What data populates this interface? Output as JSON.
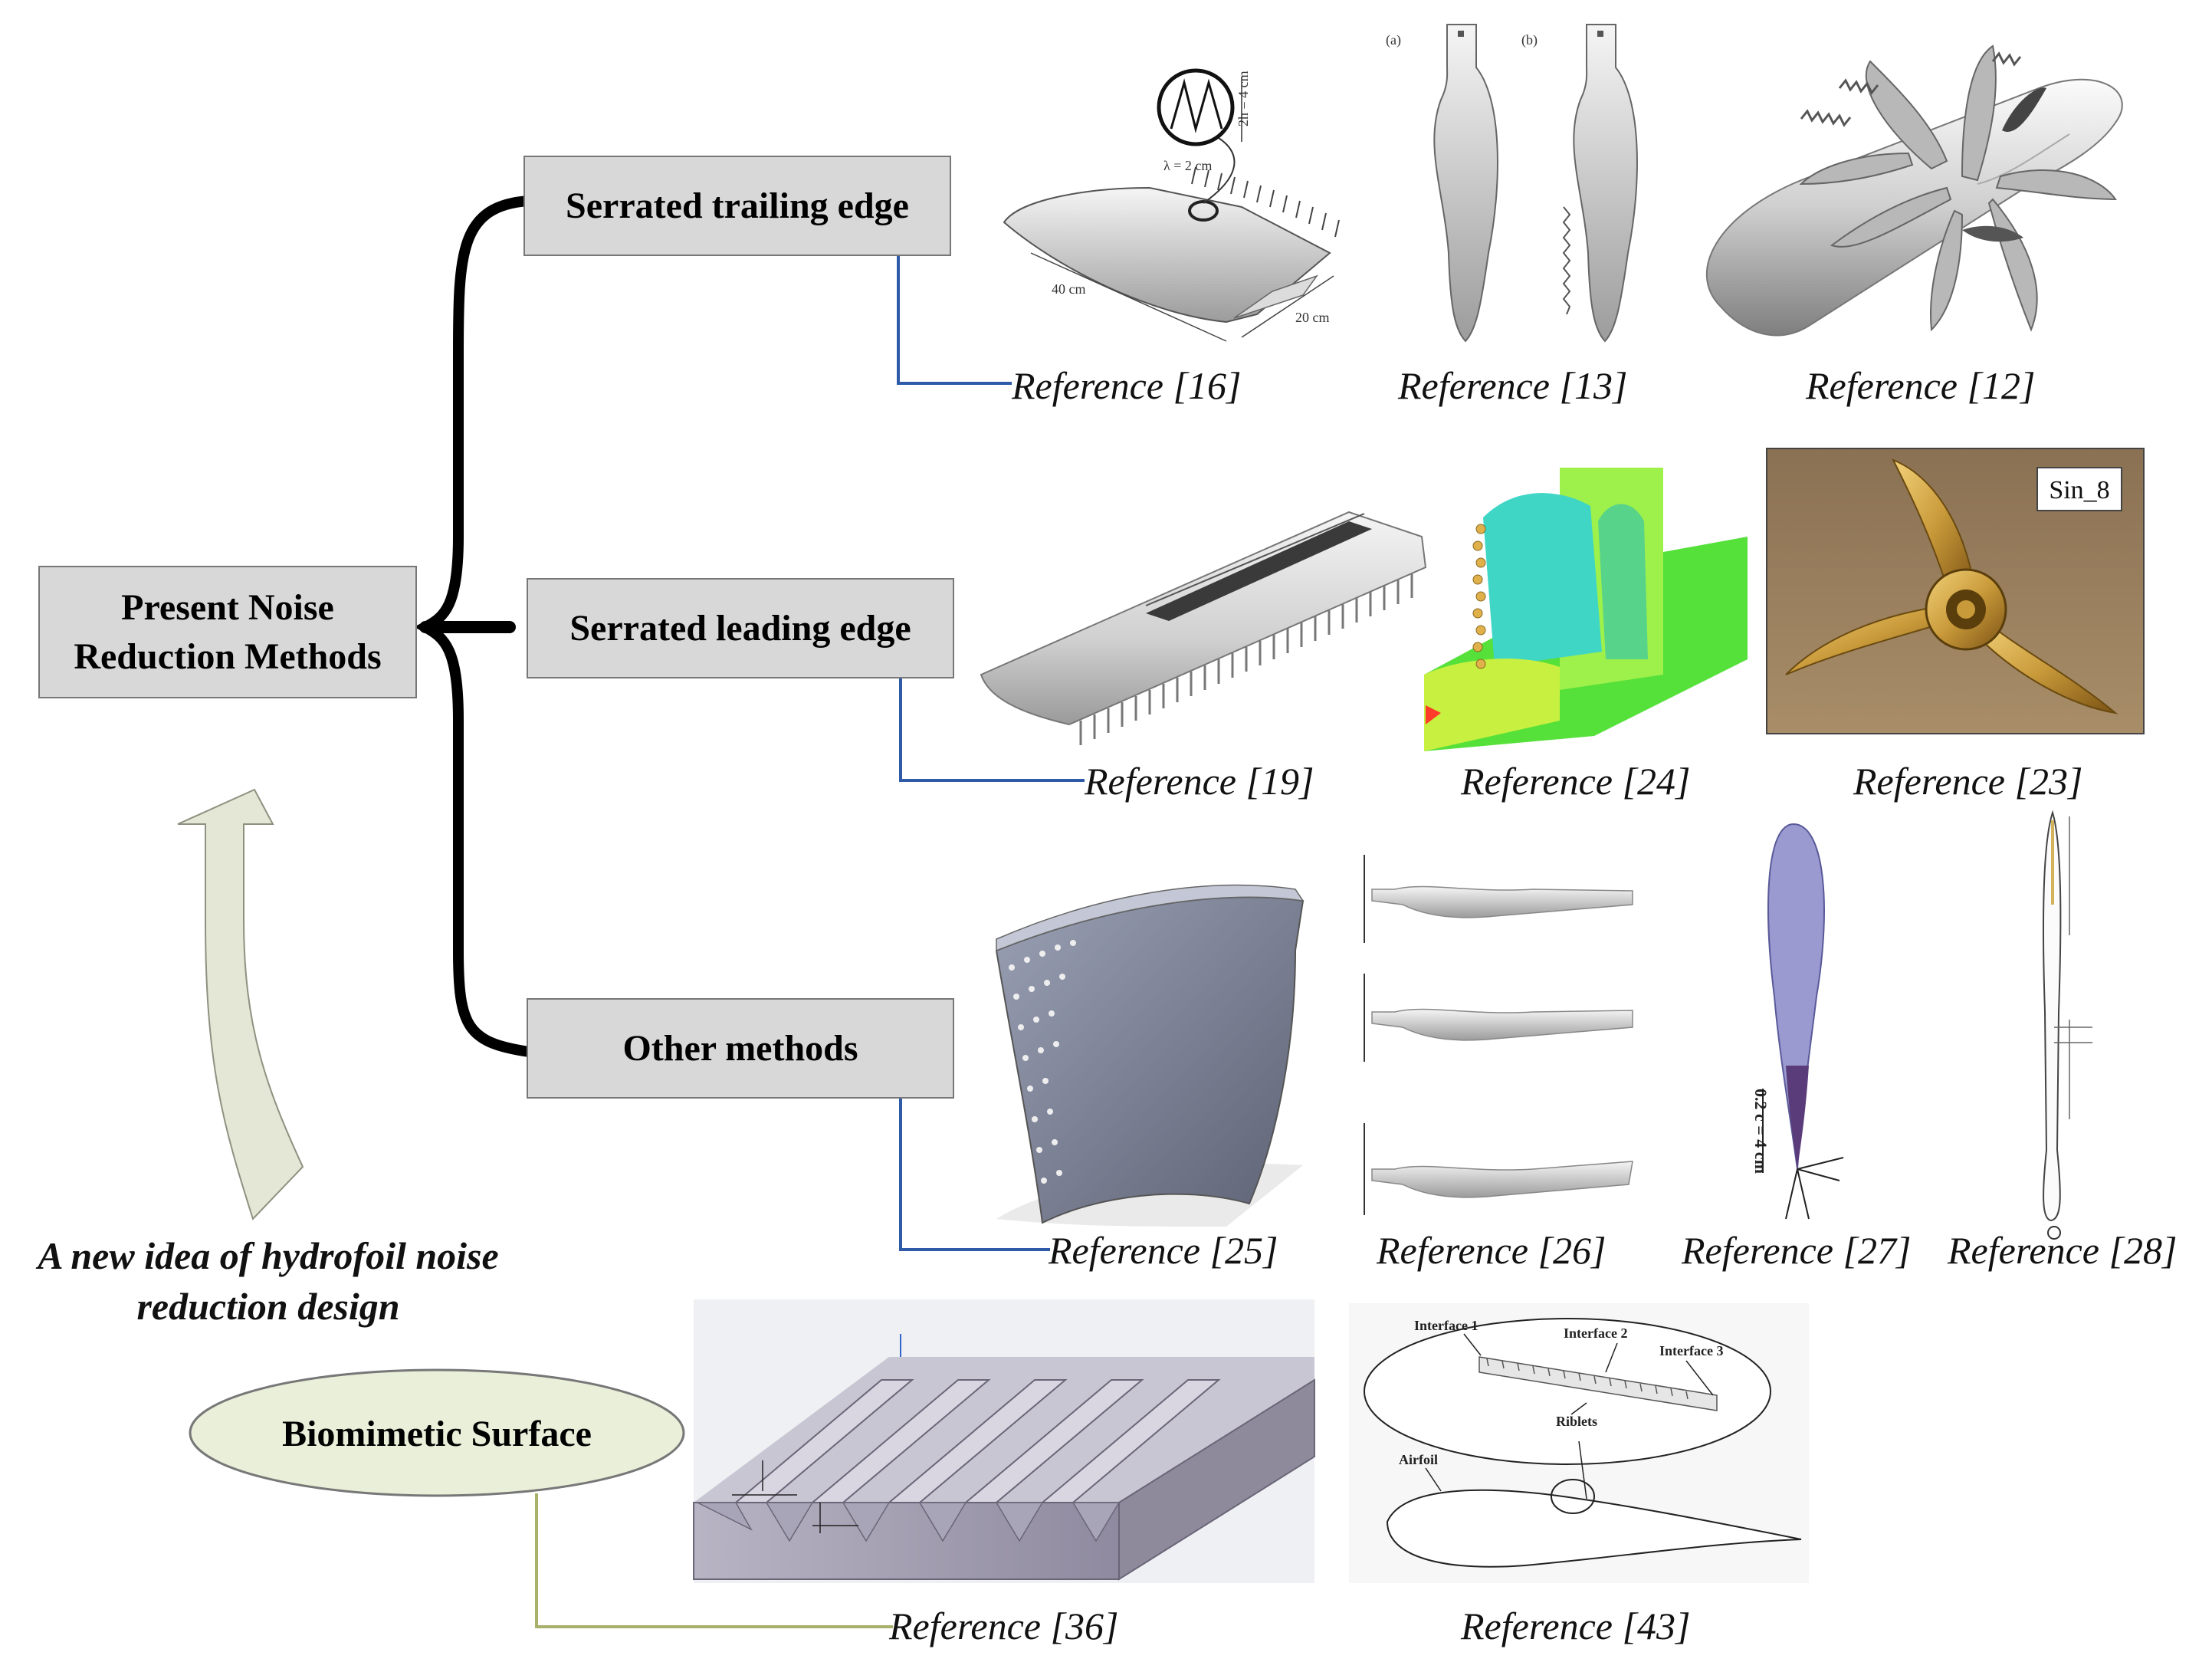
{
  "root": {
    "line1": "Present Noise",
    "line2": "Reduction Methods"
  },
  "branches": [
    {
      "label": "Serrated trailing edge",
      "refs": [
        "Reference [16]",
        "Reference [13]",
        "Reference [12]"
      ]
    },
    {
      "label": "Serrated leading edge",
      "refs": [
        "Reference [19]",
        "Reference [24]",
        "Reference [23]"
      ]
    },
    {
      "label": "Other methods",
      "refs": [
        "Reference [25]",
        "Reference [26]",
        "Reference [27]",
        "Reference [28]"
      ]
    }
  ],
  "new_idea": {
    "line1": "A new idea of hydrofoil noise",
    "line2": "reduction design"
  },
  "biomimetic": {
    "label": "Biomimetic Surface",
    "refs": [
      "Reference [36]",
      "Reference [43]"
    ]
  },
  "image_labels": {
    "ref16_lambda": "λ = 2 cm",
    "ref16_height": "2h = 4 cm",
    "ref16_span": "40 cm",
    "ref16_chord": "20 cm",
    "ref13_a": "(a)",
    "ref13_b": "(b)",
    "ref23_tag": "Sin_8",
    "ref27_dim": "0.2 c = 4 cm",
    "ref43_interface1": "Interface 1",
    "ref43_interface2": "Interface 2",
    "ref43_interface3": "Interface 3",
    "ref43_riblets": "Riblets",
    "ref43_airfoil": "Airfoil"
  },
  "colors": {
    "box_fill": "#d8d8d8",
    "connector_blue": "#2e5aa8",
    "connector_olive": "#a8b06a",
    "ellipse_fill": "#e9efd9",
    "arrow_fill": "#e4e6d6",
    "brace": "#000000"
  }
}
